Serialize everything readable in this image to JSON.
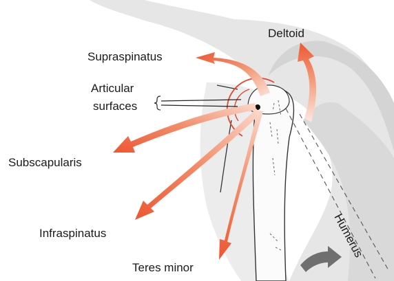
{
  "labels": {
    "deltoid": "Deltoid",
    "supraspinatus": "Supraspinatus",
    "articular_line1": "Articular",
    "articular_line2": "surfaces",
    "subscapularis": "Subscapularis",
    "infraspinatus": "Infraspinatus",
    "teres_minor": "Teres minor",
    "humerus": "Humerus"
  },
  "colors": {
    "arrow": "#ef5a36",
    "arrow_light": "#f6a184",
    "joint_circle": "#e8442a",
    "shoulder_fill": "#e4e4e4",
    "rotation_arrow": "#6f6f6f"
  }
}
